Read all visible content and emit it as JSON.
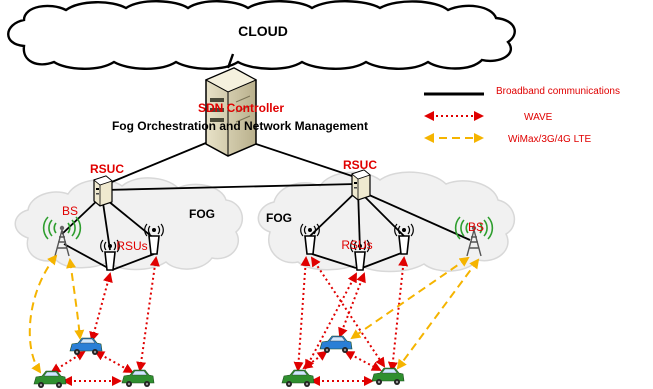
{
  "cloud": {
    "label": "CLOUD"
  },
  "controller": {
    "title": "SDN Controller",
    "subtitle": "Fog Orchestration and Network Management"
  },
  "fog_left": {
    "label": "FOG",
    "rsuc": "RSUC",
    "bs": "BS",
    "rsus": "RSUs"
  },
  "fog_right": {
    "label": "FOG",
    "rsuc": "RSUC",
    "bs": "BS",
    "rsus": "RSUs"
  },
  "legend": [
    {
      "label": "Broadband communications",
      "style": "solid",
      "color": "#000000"
    },
    {
      "label": "WAVE",
      "style": "dotted-arrow",
      "color": "#e00000"
    },
    {
      "label": "WiMax/3G/4G LTE",
      "style": "dashed-arrow",
      "color": "#f5b400"
    }
  ],
  "colors": {
    "wave": "#e00000",
    "wimax": "#f5b400",
    "broadband": "#000000",
    "car": "#2f8f2f",
    "car_blue": "#2a7fd6"
  },
  "icons": [
    "cloud-icon",
    "server-icon",
    "router-icon",
    "antenna-icon",
    "cell-tower-icon",
    "car-icon"
  ]
}
